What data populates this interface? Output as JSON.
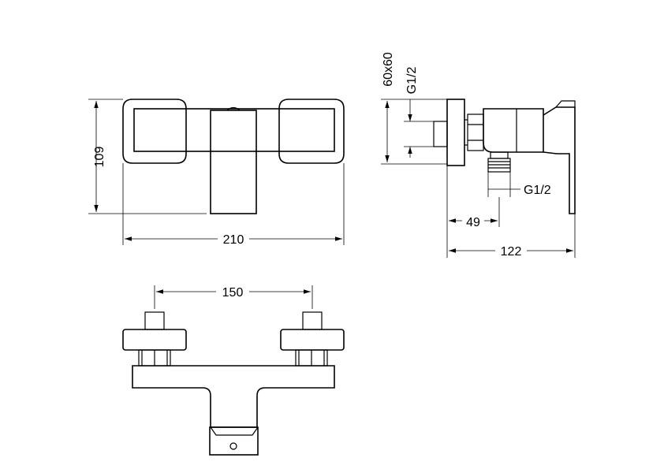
{
  "dimensions": {
    "height_front": "109",
    "width_front": "210",
    "centers_top": "150",
    "flange_size": "60x60",
    "inlet_thread": "G1/2",
    "outlet_thread": "G1/2",
    "outlet_offset": "49",
    "depth_side": "122"
  }
}
